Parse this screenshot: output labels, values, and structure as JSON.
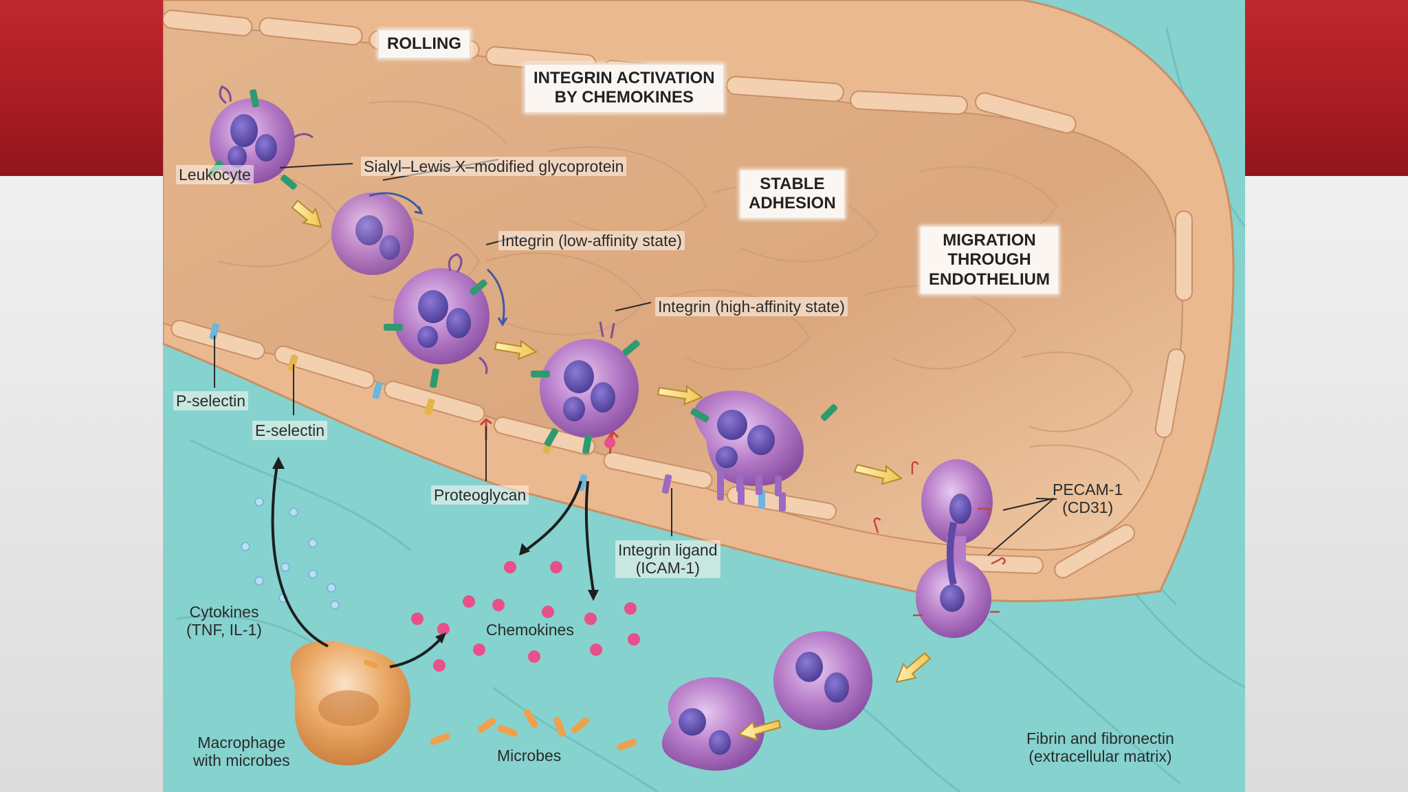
{
  "stages": {
    "rolling": "ROLLING",
    "integrin_activation": [
      "INTEGRIN ACTIVATION",
      "BY CHEMOKINES"
    ],
    "stable_adhesion": [
      "STABLE",
      "ADHESION"
    ],
    "migration": [
      "MIGRATION",
      "THROUGH",
      "ENDOTHELIUM"
    ]
  },
  "labels": {
    "leukocyte": "Leukocyte",
    "sialyl": "Sialyl–Lewis X–modified glycoprotein",
    "integrin_low": "Integrin (low-affinity state)",
    "integrin_high": "Integrin (high-affinity state)",
    "p_selectin": "P-selectin",
    "e_selectin": "E-selectin",
    "proteoglycan": "Proteoglycan",
    "integrin_ligand": [
      "Integrin ligand",
      "(ICAM-1)"
    ],
    "pecam": [
      "PECAM-1",
      "(CD31)"
    ],
    "cytokines": [
      "Cytokines",
      "(TNF, IL-1)"
    ],
    "chemokines": "Chemokines",
    "macrophage": [
      "Macrophage",
      "with microbes"
    ],
    "microbes": "Microbes",
    "fibrin": [
      "Fibrin and fibronectin",
      "(extracellular matrix)"
    ]
  },
  "colors": {
    "slide_red": "#b0222a",
    "vessel_wall": "#e9b98e",
    "vessel_lumen": "#d9a57c",
    "tissue": "#7fcfcb",
    "leukocyte": "#b67cc8",
    "nucleus": "#5b4aa6",
    "macrophage": "#e39a55",
    "chemokine": "#e8508a"
  }
}
